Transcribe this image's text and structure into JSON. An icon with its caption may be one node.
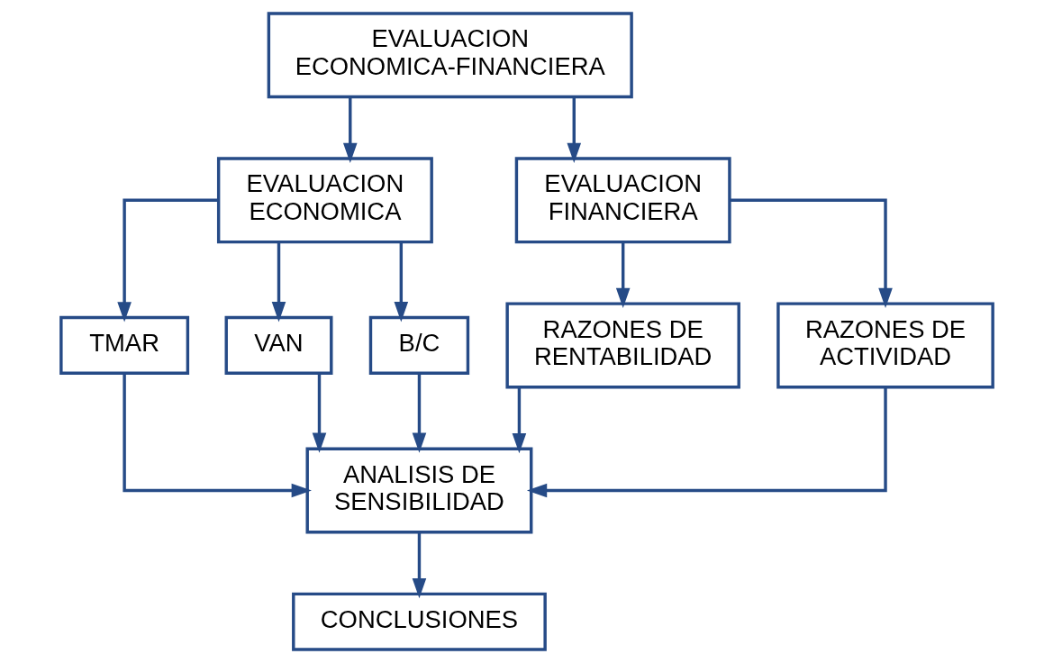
{
  "diagram": {
    "nodes": [
      {
        "text": [
          "EVALUACION ECONOMICA-FINANCIERA"
        ]
      },
      {
        "text": [
          "EVALUACION ECONOMICA"
        ]
      },
      {
        "text": [
          "EVALUACION FINANCIERA"
        ]
      },
      {
        "text": [
          "TMAR"
        ]
      },
      {
        "text": [
          "VAN"
        ]
      },
      {
        "text": [
          "B/C"
        ]
      },
      {
        "text": [
          "RAZONES DE RENTABILIDAD"
        ]
      },
      {
        "text": [
          "RAZONES DE ACTIVIDAD"
        ]
      },
      {
        "text": [
          "ANALISIS DE SENSIBILIDAD"
        ]
      },
      {
        "text": [
          "CONCLUSIONES"
        ]
      }
    ],
    "edges": [
      {
        "from": 0,
        "to": 1,
        "arrow": "to"
      },
      {
        "from": 0,
        "to": 2,
        "arrow": "to"
      },
      {
        "from": 1,
        "to": 3,
        "arrow": "to"
      },
      {
        "from": 1,
        "to": 4,
        "arrow": "to"
      },
      {
        "from": 1,
        "to": 5,
        "arrow": "to"
      },
      {
        "from": 2,
        "to": 6,
        "arrow": "to"
      },
      {
        "from": 2,
        "to": 7,
        "arrow": "to"
      },
      {
        "from": 3,
        "to": 8,
        "arrow": "to"
      },
      {
        "from": 4,
        "to": 8,
        "arrow": "to"
      },
      {
        "from": 5,
        "to": 8,
        "arrow": "to"
      },
      {
        "from": 6,
        "to": 8,
        "arrow": "to"
      },
      {
        "from": 7,
        "to": 8,
        "arrow": "to"
      },
      {
        "from": 8,
        "to": 9,
        "arrow": "to"
      }
    ]
  }
}
